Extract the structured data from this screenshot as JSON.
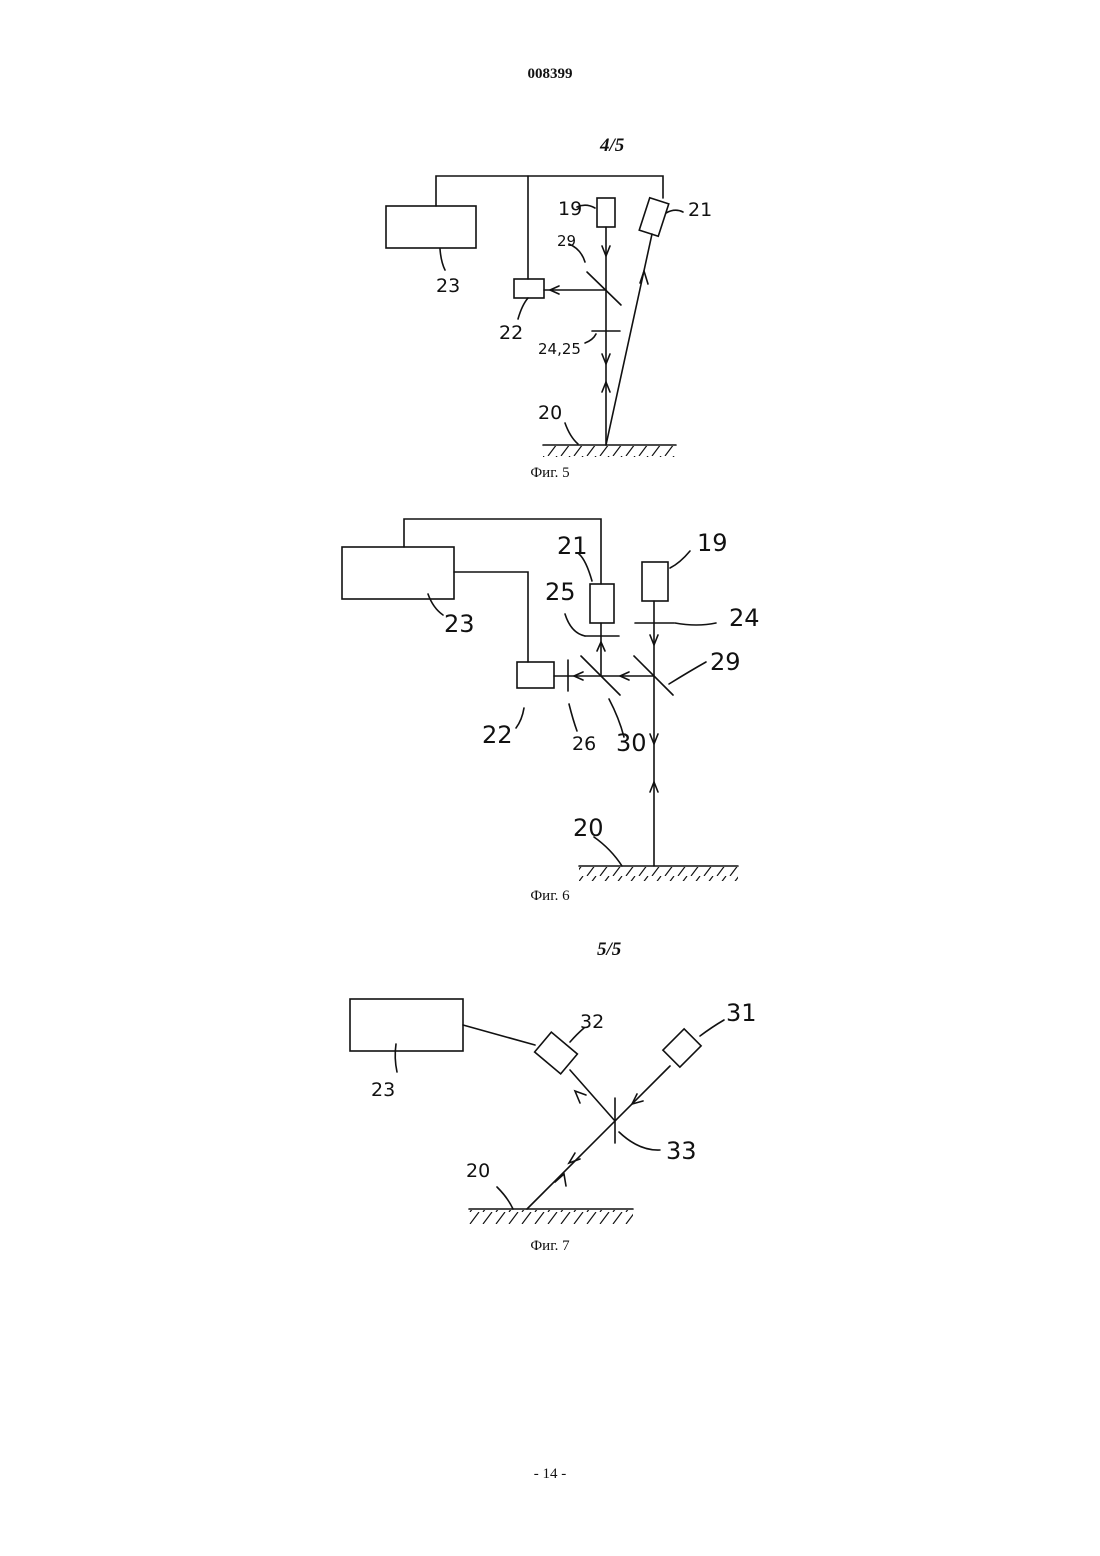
{
  "header": {
    "doc_number": "008399"
  },
  "sheets": [
    {
      "mark": "4/5"
    },
    {
      "mark": "5/5"
    }
  ],
  "figures": [
    {
      "caption": "Фиг. 5",
      "labels": [
        "19",
        "21",
        "23",
        "29",
        "22",
        "24,25",
        "20"
      ]
    },
    {
      "caption": "Фиг. 6",
      "labels": [
        "21",
        "19",
        "25",
        "24",
        "23",
        "29",
        "22",
        "26",
        "30",
        "20"
      ]
    },
    {
      "caption": "Фиг. 7",
      "labels": [
        "31",
        "32",
        "23",
        "33",
        "20"
      ]
    }
  ],
  "footer": {
    "page_number": "- 14 -"
  }
}
